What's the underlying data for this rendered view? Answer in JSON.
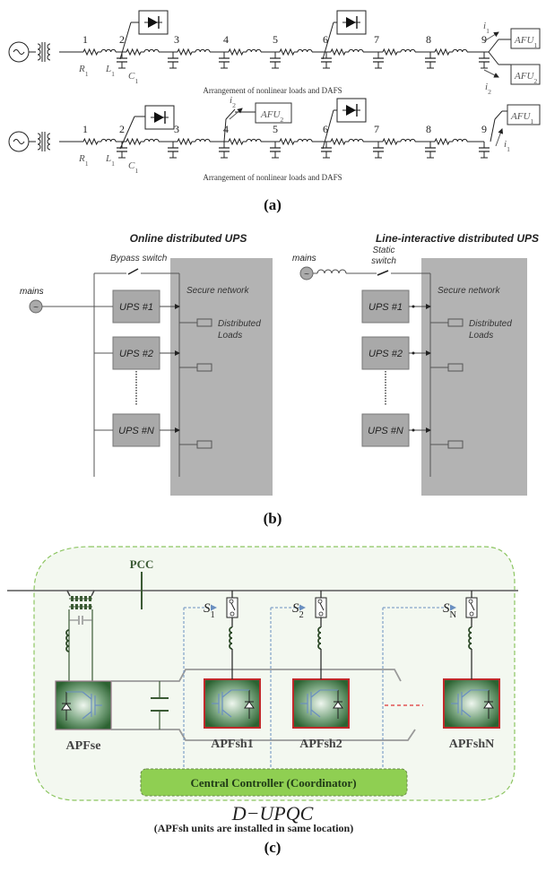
{
  "panel_a": {
    "caption": "(a)",
    "row1": {
      "nodes": [
        "1",
        "2",
        "3",
        "4",
        "5",
        "6",
        "7",
        "8",
        "9"
      ],
      "R": "R",
      "R_sub": "1",
      "L": "L",
      "L_sub": "1",
      "C": "C",
      "C_sub": "1",
      "afu1": "AFU",
      "afu1_sub": "1",
      "afu2": "AFU",
      "afu2_sub": "2",
      "i1": "i",
      "i1_sub": "1",
      "i2": "i",
      "i2_sub": "2",
      "subtitle": "Arrangement of nonlinear loads and DAFS"
    },
    "row2": {
      "nodes": [
        "1",
        "2",
        "3",
        "4",
        "5",
        "6",
        "7",
        "8",
        "9"
      ],
      "R": "R",
      "R_sub": "1",
      "L": "L",
      "L_sub": "1",
      "C": "C",
      "C_sub": "1",
      "afu2": "AFU",
      "afu2_sub": "2",
      "afu1": "AFU",
      "afu1_sub": "1",
      "i2": "i",
      "i2_sub": "2",
      "i1": "i",
      "i1_sub": "1",
      "subtitle": "Arrangement of nonlinear loads and DAFS"
    }
  },
  "panel_b": {
    "caption": "(b)",
    "left": {
      "title": "Online distributed UPS",
      "mains": "mains",
      "switch": "Bypass switch",
      "network": "Secure network",
      "loads_line1": "Distributed",
      "loads_line2": "Loads",
      "ups": [
        "UPS #1",
        "UPS #2",
        "UPS #N"
      ]
    },
    "right": {
      "title": "Line-interactive distributed UPS",
      "mains": "mains",
      "switch_line1": "Static",
      "switch_line2": "switch",
      "network": "Secure network",
      "loads_line1": "Distributed",
      "loads_line2": "Loads",
      "ups": [
        "UPS #1",
        "UPS #2",
        "UPS #N"
      ]
    }
  },
  "panel_c": {
    "caption": "(c)",
    "pcc": "PCC",
    "switches": [
      {
        "label": "S",
        "sub": "1"
      },
      {
        "label": "S",
        "sub": "2"
      },
      {
        "label": "S",
        "sub": "N"
      }
    ],
    "units": [
      "APFse",
      "APFsh1",
      "APFsh2",
      "APFshN"
    ],
    "controller": "Central Controller (Coordinator)",
    "title": "D−UPQC",
    "note": "(APFsh units are installed in same location)",
    "colors": {
      "frame": "#8cc561",
      "frame_bg": "#f3f8f0",
      "controller": "#8fcf52",
      "unit_dark": "#2f6b34",
      "unit_light": "#dfeee0",
      "unit_border_sh": "#c0292a",
      "signal": "#6a8fc0",
      "bus": "#808080",
      "ellipsis": "#d33"
    }
  }
}
